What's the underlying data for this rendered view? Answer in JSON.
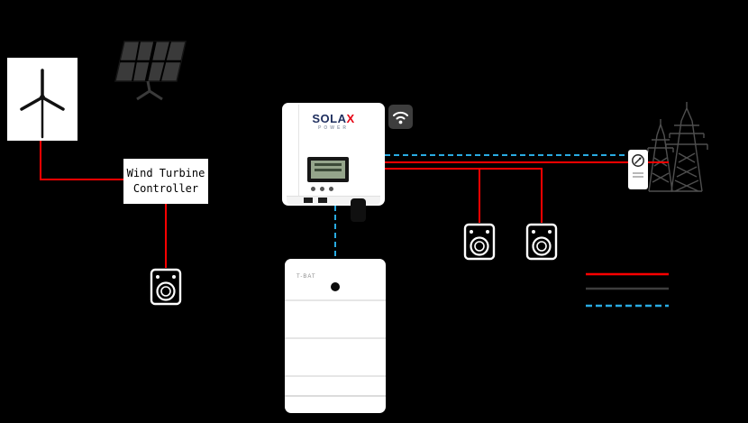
{
  "colors": {
    "background": "#000000",
    "ac_cable": "#ff0000",
    "dc_cable": "#3d3d3d",
    "comm_cable": "#29abe2",
    "brand_navy": "#1e2e5e",
    "brand_red": "#e60012",
    "tower_gray": "#4f4f4f"
  },
  "controller": {
    "line1": "Wind Turbine",
    "line2": "Controller"
  },
  "inverter": {
    "brand_main": "SOLA",
    "brand_x": "X",
    "brand_sub": "POWER"
  },
  "battery": {
    "label": "T-BAT"
  },
  "legend": {
    "items": [
      {
        "name": "ac-cable",
        "color": "#ff0000",
        "dashed": false
      },
      {
        "name": "dc-cable",
        "color": "#3d3d3d",
        "dashed": false
      },
      {
        "name": "communication-cable",
        "color": "#29abe2",
        "dashed": true
      }
    ]
  },
  "icons": {
    "wind_turbine": "wind-turbine-icon",
    "solar_panel": "solar-panel-icon",
    "dump_load": "load-appliance-icon",
    "load_left": "load-appliance-icon",
    "load_right": "load-appliance-icon",
    "wifi": "wifi-dongle-icon",
    "meter": "energy-meter-icon",
    "grid": "transmission-tower-icon"
  }
}
